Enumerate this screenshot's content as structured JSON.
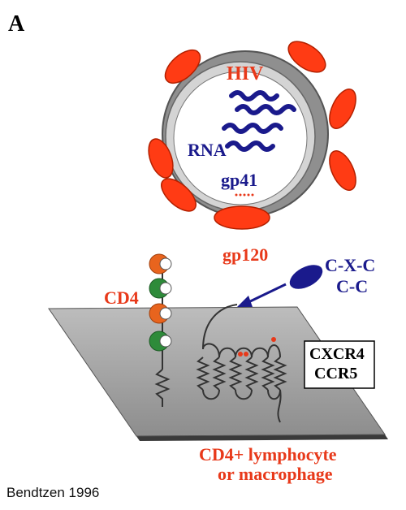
{
  "panel_letter": "A",
  "labels": {
    "hiv": "HIV",
    "rna": "RNA",
    "gp41": "gp41",
    "gp120": "gp120",
    "cd4": "CD4",
    "chemokine_top": "C-X-C",
    "chemokine_bottom": "C-C",
    "receptor_top": "CXCR4",
    "receptor_bottom": "CCR5",
    "cell_line1": "CD4+ lymphocyte",
    "cell_line2": "or macrophage",
    "credit": "Bendtzen 1996"
  },
  "colors": {
    "red_label": "#e8391a",
    "navy": "#1a1a8c",
    "envelope_red": "#ff3b14",
    "virus_gray": "#9a9a9a",
    "virus_light": "#cfcfcf",
    "membrane": "#a8a8a8",
    "cd4_orange": "#e8641e",
    "cd4_green": "#2e8b3a"
  }
}
